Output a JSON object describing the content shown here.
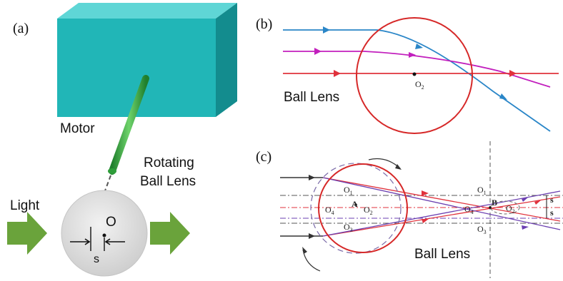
{
  "panel_a": {
    "label": "(a)",
    "motor": "Motor",
    "rotating_1": "Rotating",
    "rotating_2": "Ball Lens",
    "light": "Light",
    "center": "O",
    "offset": "s",
    "colors": {
      "motor": "#21b6b7",
      "shaft": "#2e9d3a",
      "arrow": "#6aa33b",
      "ball": "#dcdcdc"
    }
  },
  "panel_b": {
    "label": "(b)",
    "ball_lens": "Ball Lens",
    "center": "O",
    "center_sub": "2",
    "colors": {
      "circle": "#d62828",
      "blue": "#2a86c8",
      "magenta": "#c21fbd",
      "red": "#e0323c"
    }
  },
  "panel_c": {
    "label": "(c)",
    "ball_lens": "Ball Lens",
    "o1": "O",
    "o1_sub": "1",
    "o2": "O",
    "o2_sub": "2",
    "o3": "O",
    "o3_sub": "3",
    "o4": "O",
    "o4_sub": "4",
    "a": "A",
    "b": "B",
    "s1": "s",
    "s2": "s"
  }
}
